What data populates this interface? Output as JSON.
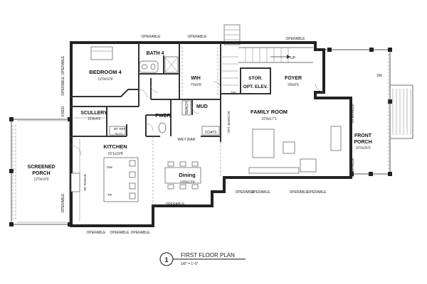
{
  "title": {
    "number": "1",
    "name": "FIRST FLOOR PLAN",
    "scale": "1/8\" = 1'-0\""
  },
  "rooms": {
    "bedroom4": {
      "name": "BEDROOM 4",
      "dim": "12'0x10'6"
    },
    "bath4": {
      "name": "BATH 4"
    },
    "wih": {
      "name": "WIH",
      "dim": "7'6x9'8"
    },
    "stor": {
      "name": "STOR.",
      "sub": "OPT. ELEV."
    },
    "foyer": {
      "name": "FOYER",
      "dim": "9'8x9'6"
    },
    "scullery": {
      "name": "SCULLERY",
      "dim": "10'8x4'6"
    },
    "pwdr": {
      "name": "PWDR"
    },
    "mud": {
      "name": "MUD"
    },
    "family": {
      "name": "FAMILY ROOM",
      "dim": "22'8x17'1"
    },
    "screened": {
      "name": "SCREENED",
      "sub": "PORCH",
      "dim": "12'0x19'0"
    },
    "kitchen": {
      "name": "KITCHEN",
      "dim": "15'1x19'8"
    },
    "dining": {
      "name": "Dining",
      "dim": "14'8x13'4"
    },
    "front": {
      "name": "FRONT",
      "sub": "PORCH",
      "dim": "10'0x26'0"
    }
  },
  "notes": {
    "operable": "OPERABLE",
    "fixed": "FIXED",
    "up": "UP",
    "dn": "DN",
    "dn2": "DN",
    "bench": "BENCH",
    "coats": "COATS",
    "opt_barn": "OPT. BARN DR",
    "wet_bar": "WET BAR",
    "ref": "36\" REF",
    "nic": "N.I.C.",
    "range": "36\" RANGE",
    "dw": "DW",
    "tr": "TR"
  }
}
